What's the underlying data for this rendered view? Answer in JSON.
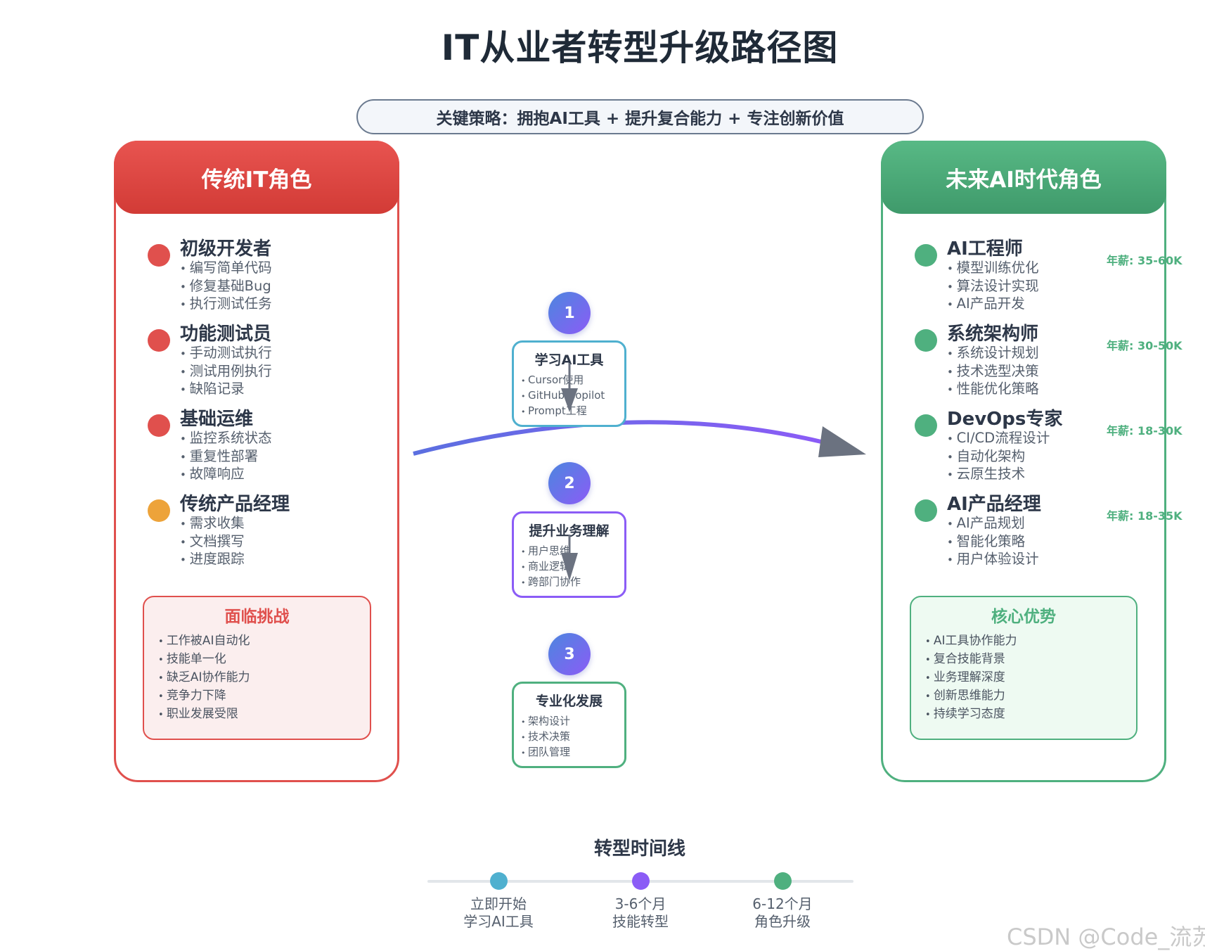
{
  "title": "IT从业者转型升级路径图",
  "strategy": "关键策略：拥抱AI工具 + 提升复合能力 + 专注创新价值",
  "left_panel": {
    "header": "传统IT角色",
    "roles": [
      {
        "name": "初级开发者",
        "color": "#e0504d",
        "items": [
          "编写简单代码",
          "修复基础Bug",
          "执行测试任务"
        ]
      },
      {
        "name": "功能测试员",
        "color": "#e0504d",
        "items": [
          "手动测试执行",
          "测试用例执行",
          "缺陷记录"
        ]
      },
      {
        "name": "基础运维",
        "color": "#e0504d",
        "items": [
          "监控系统状态",
          "重复性部署",
          "故障响应"
        ]
      },
      {
        "name": "传统产品经理",
        "color": "#eda33a",
        "items": [
          "需求收集",
          "文档撰写",
          "进度跟踪"
        ]
      }
    ],
    "challenge": {
      "title": "面临挑战",
      "items": [
        "工作被AI自动化",
        "技能单一化",
        "缺乏AI协作能力",
        "竞争力下降",
        "职业发展受限"
      ]
    }
  },
  "right_panel": {
    "header": "未来AI时代角色",
    "roles": [
      {
        "name": "AI工程师",
        "color": "#4fb07f",
        "salary": "年薪: 35-60K",
        "items": [
          "模型训练优化",
          "算法设计实现",
          "AI产品开发"
        ]
      },
      {
        "name": "系统架构师",
        "color": "#4fb07f",
        "salary": "年薪: 30-50K",
        "items": [
          "系统设计规划",
          "技术选型决策",
          "性能优化策略"
        ]
      },
      {
        "name": "DevOps专家",
        "color": "#4fb07f",
        "salary": "年薪: 18-30K",
        "items": [
          "CI/CD流程设计",
          "自动化架构",
          "云原生技术"
        ]
      },
      {
        "name": "AI产品经理",
        "color": "#4fb07f",
        "salary": "年薪: 18-35K",
        "items": [
          "AI产品规划",
          "智能化策略",
          "用户体验设计"
        ]
      }
    ],
    "advantage": {
      "title": "核心优势",
      "items": [
        "AI工具协作能力",
        "复合技能背景",
        "业务理解深度",
        "创新思维能力",
        "持续学习态度"
      ]
    }
  },
  "steps": [
    {
      "num": "1",
      "title": "学习AI工具",
      "border": "#4fb0cf",
      "items": [
        "Cursor使用",
        "GitHub Copilot",
        "Prompt工程"
      ]
    },
    {
      "num": "2",
      "title": "提升业务理解",
      "border": "#8b5cf6",
      "items": [
        "用户思维",
        "商业逻辑",
        "跨部门协作"
      ]
    },
    {
      "num": "3",
      "title": "专业化发展",
      "border": "#4fb07f",
      "items": [
        "架构设计",
        "技术决策",
        "团队管理"
      ]
    }
  ],
  "timeline": {
    "title": "转型时间线",
    "points": [
      {
        "color": "#4fb0cf",
        "line1": "立即开始",
        "line2": "学习AI工具"
      },
      {
        "color": "#8b5cf6",
        "line1": "3-6个月",
        "line2": "技能转型"
      },
      {
        "color": "#4fb07f",
        "line1": "6-12个月",
        "line2": "角色升级"
      }
    ]
  },
  "watermark": "CSDN @Code_流苏"
}
